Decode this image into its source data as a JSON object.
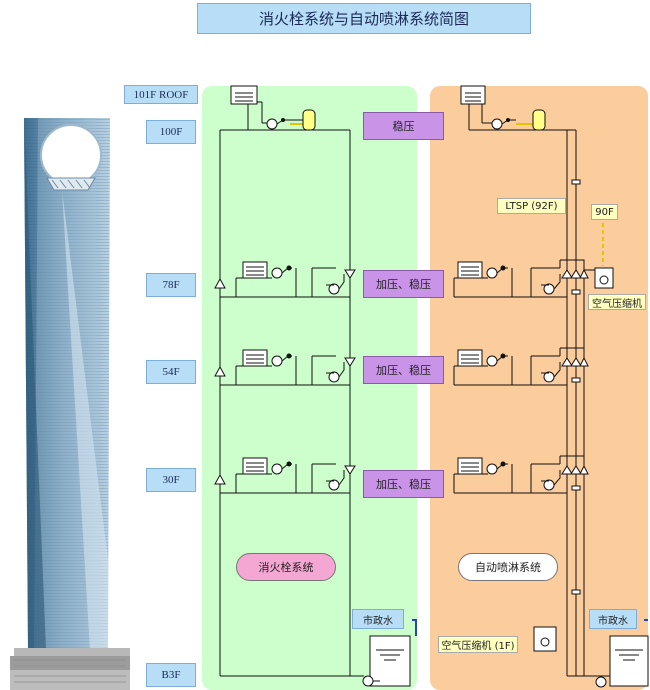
{
  "title": "消火栓系统与自动喷淋系统简图",
  "floors": {
    "roof": "101F ROOF",
    "f100": "100F",
    "f78": "78F",
    "f54": "54F",
    "f30": "30F",
    "b3": "B3F"
  },
  "stations": {
    "stabilize": "稳压",
    "boost78": "加压、稳压",
    "boost54": "加压、稳压",
    "boost30": "加压、稳压"
  },
  "systems": {
    "hydrant": "消火栓系统",
    "sprinkler": "自动喷淋系统"
  },
  "labels": {
    "ltsp": "LTSP (92F)",
    "f90": "90F",
    "compressor": "空气压缩机",
    "compressor_1f": "空气压缩机 (1F)",
    "supply_left": "市政水",
    "supply_right": "市政水"
  },
  "colors": {
    "hydrant_panel": "#ccffcc",
    "sprinkler_panel": "#fbcc9c",
    "station_box": "#c993e8",
    "floor_box": "#b7ddf7",
    "tank_accent": "#ffff66"
  }
}
